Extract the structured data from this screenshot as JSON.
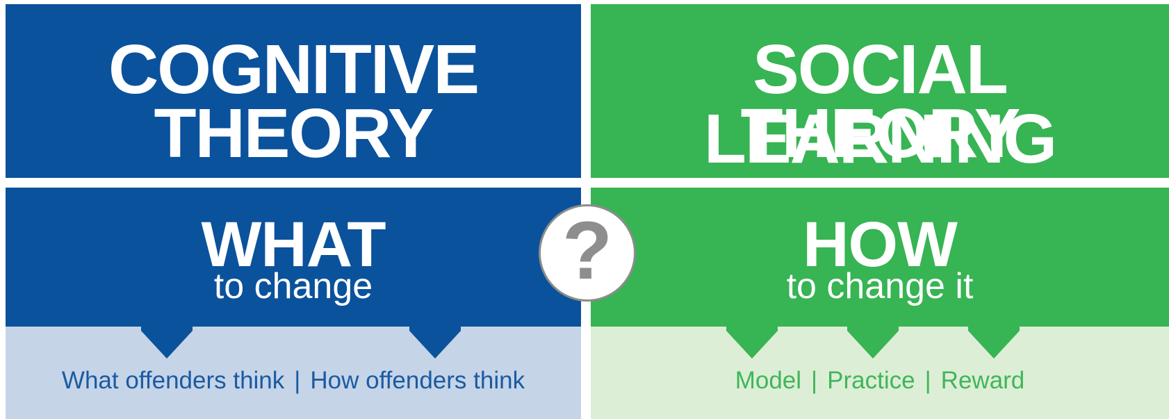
{
  "left": {
    "title_line1": "COGNITIVE",
    "title_line2": "THEORY",
    "big_word": "WHAT",
    "sub_phrase": "to change",
    "items": [
      "What offenders think",
      "How offenders think"
    ]
  },
  "right": {
    "title_line1": "SOCIAL LEARNING",
    "title_line2": "THEORY",
    "big_word": "HOW",
    "sub_phrase": "to change it",
    "items": [
      "Model",
      "Practice",
      "Reward"
    ]
  },
  "center": {
    "question_mark": "?"
  },
  "separator": "|",
  "colors": {
    "blue_dark": "#0b529c",
    "green_dark": "#37b453",
    "blue_light": "#c5d4e7",
    "green_light": "#ddeed6",
    "question_gray": "#8e8e8e"
  }
}
